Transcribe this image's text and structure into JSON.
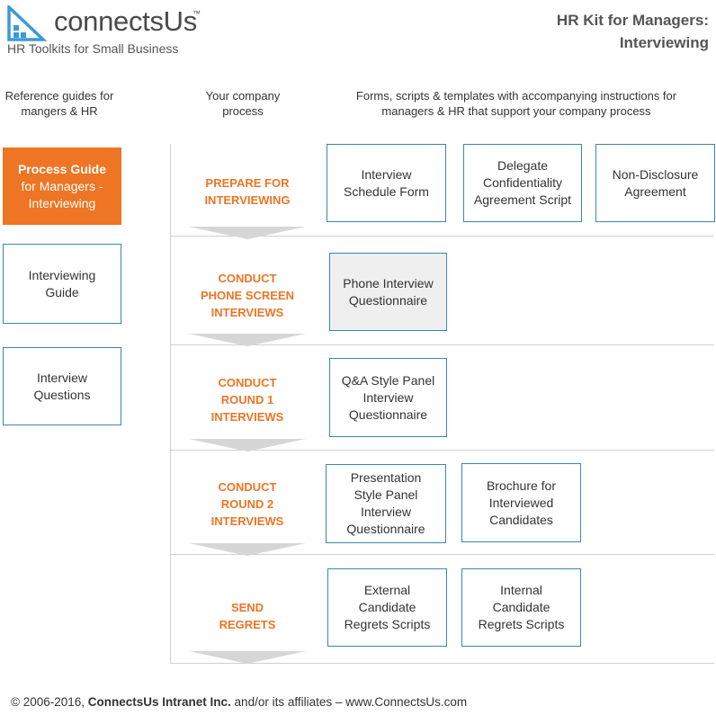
{
  "header": {
    "logo_text": "connectsUs",
    "logo_tm": "™",
    "tagline": "HR Toolkits for Small Business",
    "title_line1": "HR Kit for Managers:",
    "title_line2": "Interviewing"
  },
  "columns": {
    "reference": "Reference guides for mangers & HR",
    "process": "Your company process",
    "forms": "Forms, scripts & templates with accompanying instructions for managers & HR that support your company process"
  },
  "reference_guides": [
    {
      "bold": "Process Guide",
      "label": "for Managers - Interviewing"
    },
    {
      "label": "Interviewing Guide"
    },
    {
      "label": "Interview Questions"
    }
  ],
  "stages": [
    {
      "label": "PREPARE FOR INTERVIEWING"
    },
    {
      "label": "CONDUCT PHONE SCREEN INTERVIEWS"
    },
    {
      "label": "CONDUCT ROUND 1 INTERVIEWS"
    },
    {
      "label": "CONDUCT ROUND 2 INTERVIEWS"
    },
    {
      "label": "SEND REGRETS"
    }
  ],
  "documents": {
    "prepare": [
      "Interview Schedule Form",
      "Delegate Confidentiality Agreement Script",
      "Non-Disclosure Agreement"
    ],
    "phone": [
      "Phone Interview Questionnaire"
    ],
    "round1": [
      "Q&A Style Panel Interview Questionnaire"
    ],
    "round2": [
      "Presentation Style Panel Interview Questionnaire",
      "Brochure for Interviewed Candidates"
    ],
    "regrets": [
      "External Candidate Regrets Scripts",
      "Internal Candidate Regrets Scripts"
    ]
  },
  "footer": {
    "prefix": "© 2006-2016, ",
    "company": "ConnectsUs Intranet Inc.",
    "suffix": " and/or its affiliates – www.ConnectsUs.com"
  },
  "colors": {
    "accent": "#ed7524",
    "border": "#3a87b0",
    "logo_blue": "#3a9ad9"
  }
}
